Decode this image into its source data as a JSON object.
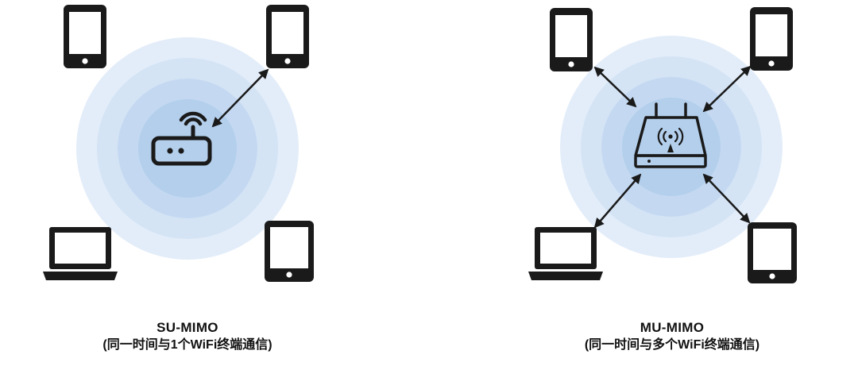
{
  "diagrams": [
    {
      "title": "SU-MIMO",
      "subtitle": "(同一时间与1个WiFi终端通信)",
      "access_point_icon": "wifi-router-icon",
      "connected_devices": 1,
      "devices": [
        "phone-icon",
        "phone-icon",
        "laptop-icon",
        "tablet-icon"
      ]
    },
    {
      "title": "MU-MIMO",
      "subtitle": "(同一时间与多个WiFi终端通信)",
      "access_point_icon": "access-point-icon",
      "connected_devices": 4,
      "devices": [
        "phone-icon",
        "phone-icon",
        "laptop-icon",
        "tablet-icon"
      ]
    }
  ],
  "colors": {
    "halo_outer": "#e3edf9",
    "halo_mid": "#cfe0f4",
    "halo_inner": "#bcd4ef",
    "halo_core": "#aac8ea",
    "icon": "#1a1a1a",
    "arrow": "#1a1a1a",
    "text": "#111111"
  }
}
